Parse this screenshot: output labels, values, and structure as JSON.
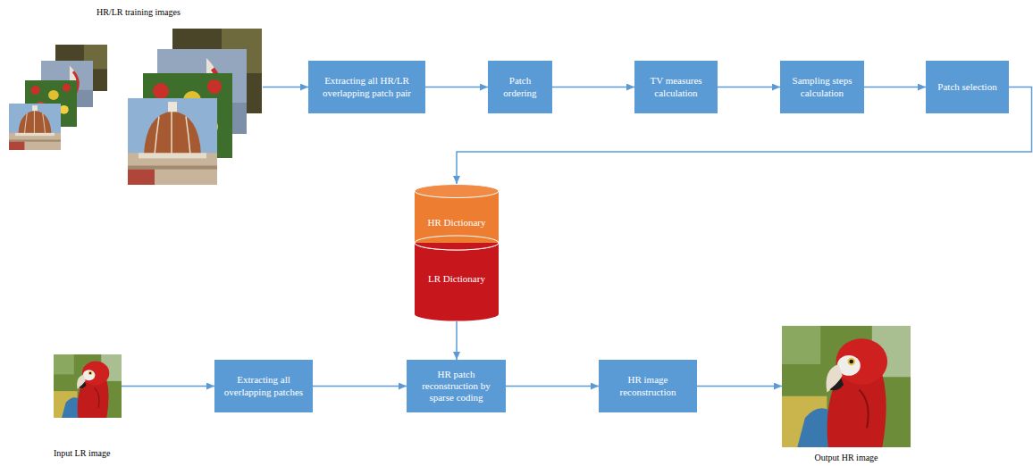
{
  "diagram": {
    "nodes": [
      {
        "text": [
          "HR/LR training images"
        ]
      },
      {
        "text": [
          "Extracting all HR/LR overlapping patch pair"
        ]
      },
      {
        "text": [
          "Patch ordering"
        ]
      },
      {
        "text": [
          "TV measures calculation"
        ]
      },
      {
        "text": [
          "Sampling steps calculation"
        ]
      },
      {
        "text": [
          "Patch selection"
        ]
      },
      {
        "text": [
          "HR Dictionary",
          "LR Dictionary"
        ]
      },
      {
        "text": [
          "Input LR image"
        ]
      },
      {
        "text": [
          "Extracting all overlapping patches"
        ]
      },
      {
        "text": [
          "HR patch reconstruction by sparse coding"
        ]
      },
      {
        "text": [
          "HR image reconstruction"
        ]
      },
      {
        "text": [
          "Output HR image"
        ]
      }
    ],
    "edges": [
      {
        "from": 0,
        "to": 1,
        "arrow": "to"
      },
      {
        "from": 1,
        "to": 2,
        "arrow": "to"
      },
      {
        "from": 2,
        "to": 3,
        "arrow": "to"
      },
      {
        "from": 3,
        "to": 4,
        "arrow": "to"
      },
      {
        "from": 4,
        "to": 5,
        "arrow": "to"
      },
      {
        "from": 5,
        "to": 6,
        "arrow": "to"
      },
      {
        "from": 6,
        "to": 9,
        "arrow": "to"
      },
      {
        "from": 7,
        "to": 8,
        "arrow": "to"
      },
      {
        "from": 8,
        "to": 9,
        "arrow": "to"
      },
      {
        "from": 9,
        "to": 10,
        "arrow": "to"
      },
      {
        "from": 10,
        "to": 11,
        "arrow": "to"
      }
    ]
  }
}
